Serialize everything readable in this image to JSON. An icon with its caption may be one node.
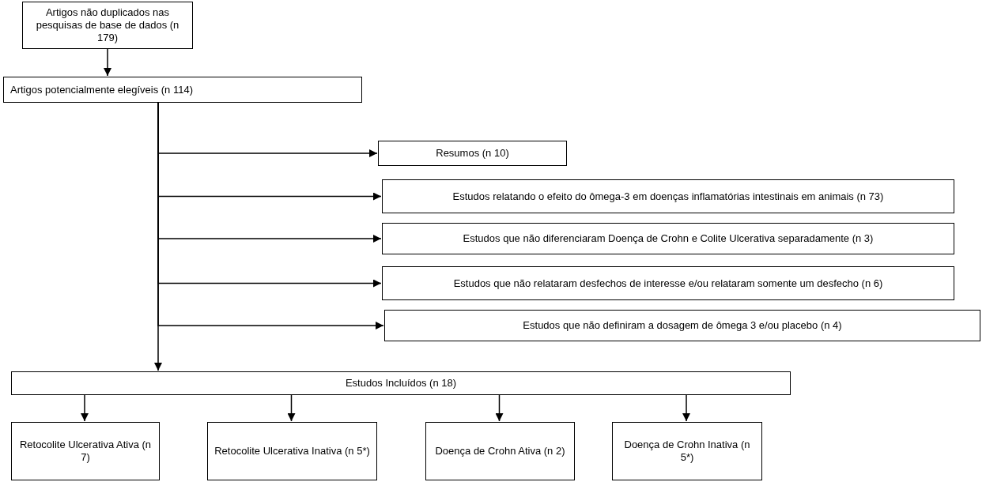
{
  "diagram": {
    "nodes": [
      {
        "text": [
          "Artigos não duplicados nas pesquisas de base de dados (n 179)"
        ]
      },
      {
        "text": [
          "Artigos potencialmente elegíveis (n 114)"
        ]
      },
      {
        "text": [
          "Resumos (n 10)"
        ]
      },
      {
        "text": [
          "Estudos relatando o efeito do ômega-3 em doenças inflamatórias intestinais em animais (n 73)"
        ]
      },
      {
        "text": [
          "Estudos que não diferenciaram Doença de Crohn e Colite Ulcerativa separadamente (n 3)"
        ]
      },
      {
        "text": [
          "Estudos que não relataram desfechos de interesse e/ou relataram somente um desfecho (n 6)"
        ]
      },
      {
        "text": [
          "Estudos que não definiram a dosagem de ômega 3 e/ou placebo (n 4)"
        ]
      },
      {
        "text": [
          "Estudos Incluídos (n 18)"
        ]
      },
      {
        "text": [
          "Retocolite Ulcerativa Ativa (n 7)"
        ]
      },
      {
        "text": [
          "Retocolite Ulcerativa Inativa (n 5*)"
        ]
      },
      {
        "text": [
          "Doença de Crohn Ativa (n 2)"
        ]
      },
      {
        "text": [
          "Doença de Crohn Inativa (n 5*)"
        ]
      }
    ],
    "edges": [
      {
        "from": 0,
        "to": 1,
        "arrow": "to"
      },
      {
        "from": 1,
        "to": 7,
        "arrow": "to"
      },
      {
        "from": 1,
        "to": 2,
        "arrow": "to"
      },
      {
        "from": 1,
        "to": 3,
        "arrow": "to"
      },
      {
        "from": 1,
        "to": 4,
        "arrow": "to"
      },
      {
        "from": 1,
        "to": 5,
        "arrow": "to"
      },
      {
        "from": 1,
        "to": 6,
        "arrow": "to"
      },
      {
        "from": 7,
        "to": 8,
        "arrow": "to"
      },
      {
        "from": 7,
        "to": 9,
        "arrow": "to"
      },
      {
        "from": 7,
        "to": 10,
        "arrow": "to"
      },
      {
        "from": 7,
        "to": 11,
        "arrow": "to"
      }
    ]
  }
}
